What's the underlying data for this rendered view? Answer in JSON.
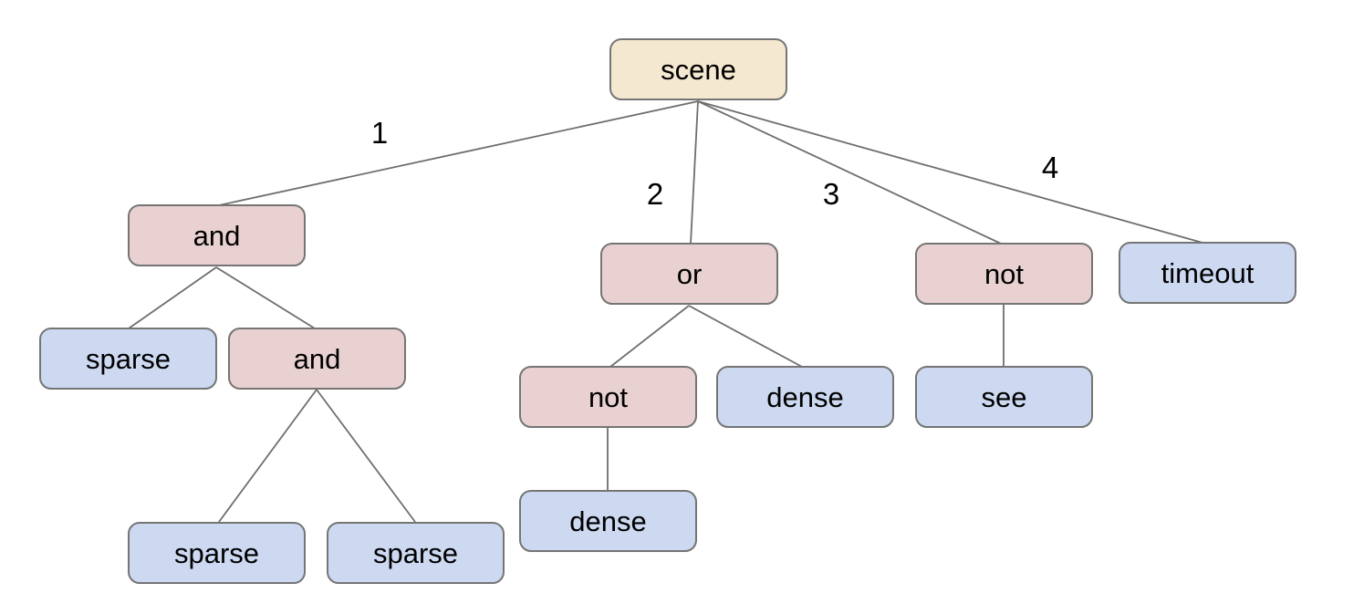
{
  "diagram": {
    "type": "tree",
    "colors": {
      "background": "#ffffff",
      "root_fill": "#f5e8d0",
      "operator_fill": "#e9d1d1",
      "leaf_fill": "#cdd9f1",
      "node_border": "#757575",
      "edge_stroke": "#6e6e6e",
      "text": "#000000"
    },
    "root": {
      "label": "scene",
      "children": [
        {
          "edge_label": "1",
          "label": "and",
          "children": [
            {
              "label": "sparse",
              "children": []
            },
            {
              "label": "and",
              "children": [
                {
                  "label": "sparse",
                  "children": []
                },
                {
                  "label": "sparse",
                  "children": []
                }
              ]
            }
          ]
        },
        {
          "edge_label": "2",
          "label": "or",
          "children": [
            {
              "label": "not",
              "children": [
                {
                  "label": "dense",
                  "children": []
                }
              ]
            },
            {
              "label": "dense",
              "children": []
            }
          ]
        },
        {
          "edge_label": "3",
          "label": "not",
          "children": [
            {
              "label": "see",
              "children": []
            }
          ]
        },
        {
          "edge_label": "4",
          "label": "timeout",
          "children": []
        }
      ]
    }
  }
}
